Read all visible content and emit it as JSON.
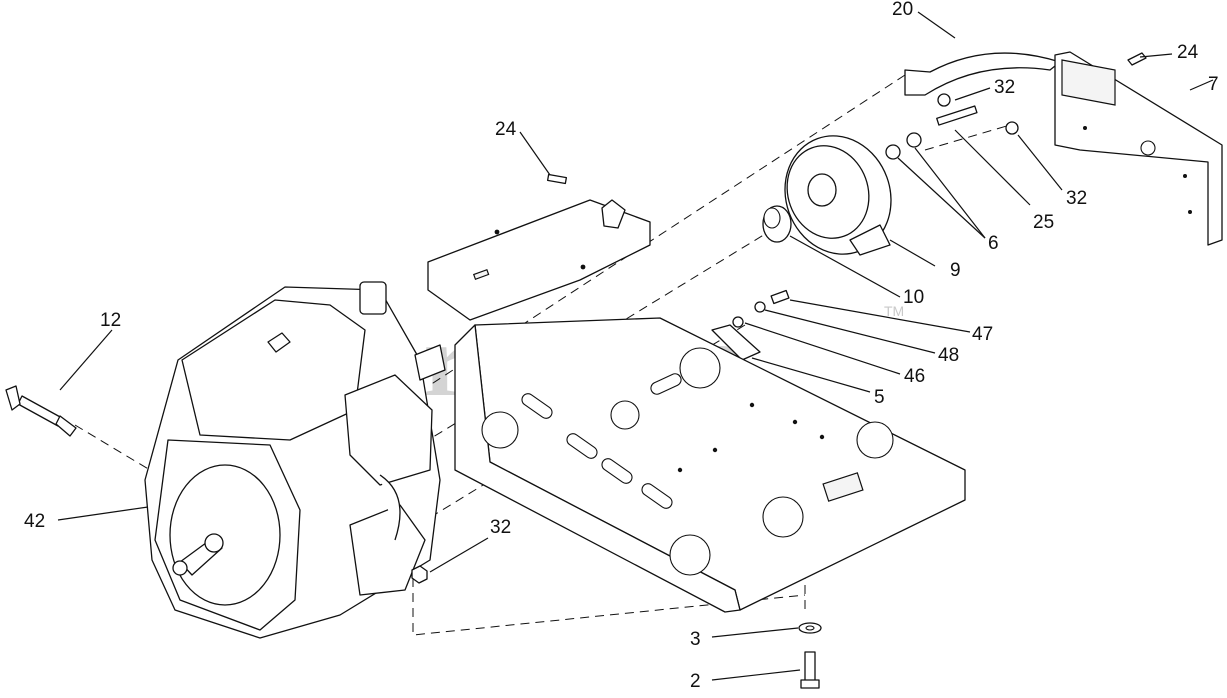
{
  "watermark": {
    "text": "PartsTree",
    "mark": "TM"
  },
  "callouts": [
    {
      "id": "c20",
      "label": "20"
    },
    {
      "id": "c24a",
      "label": "24"
    },
    {
      "id": "c7",
      "label": "7"
    },
    {
      "id": "c32a",
      "label": "32"
    },
    {
      "id": "c24b",
      "label": "24"
    },
    {
      "id": "c32b",
      "label": "32"
    },
    {
      "id": "c25",
      "label": "25"
    },
    {
      "id": "c6",
      "label": "6"
    },
    {
      "id": "c9",
      "label": "9"
    },
    {
      "id": "c10",
      "label": "10"
    },
    {
      "id": "c12",
      "label": "12"
    },
    {
      "id": "c47",
      "label": "47"
    },
    {
      "id": "c48",
      "label": "48"
    },
    {
      "id": "c46",
      "label": "46"
    },
    {
      "id": "c5",
      "label": "5"
    },
    {
      "id": "c42",
      "label": "42"
    },
    {
      "id": "c32c",
      "label": "32"
    },
    {
      "id": "c3",
      "label": "3"
    },
    {
      "id": "c2",
      "label": "2"
    }
  ]
}
